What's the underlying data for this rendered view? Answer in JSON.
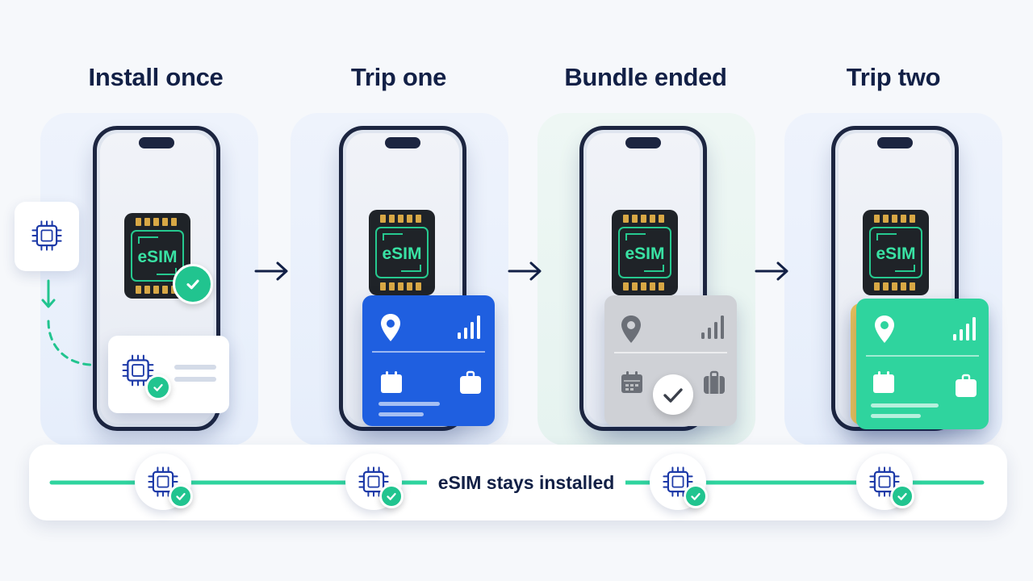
{
  "steps": [
    {
      "title": "Install once"
    },
    {
      "title": "Trip one"
    },
    {
      "title": "Bundle ended"
    },
    {
      "title": "Trip two"
    }
  ],
  "chip_label": "eSIM",
  "timeline_caption": "eSIM stays installed",
  "icons": {
    "chip": "chip-icon",
    "check": "check-icon",
    "location": "location-pin-icon",
    "signal": "signal-bars-icon",
    "calendar": "calendar-icon",
    "luggage": "luggage-icon",
    "arrow": "arrow-right-icon"
  },
  "colors": {
    "title": "#122046",
    "accent_green": "#21c48f",
    "trip_one_card": "#1f5fe0",
    "bundle_ended_card": "#cfd1d6",
    "trip_two_card": "#2fd49e",
    "chip_body": "#1f2328",
    "chip_contacts": "#d8a845"
  }
}
